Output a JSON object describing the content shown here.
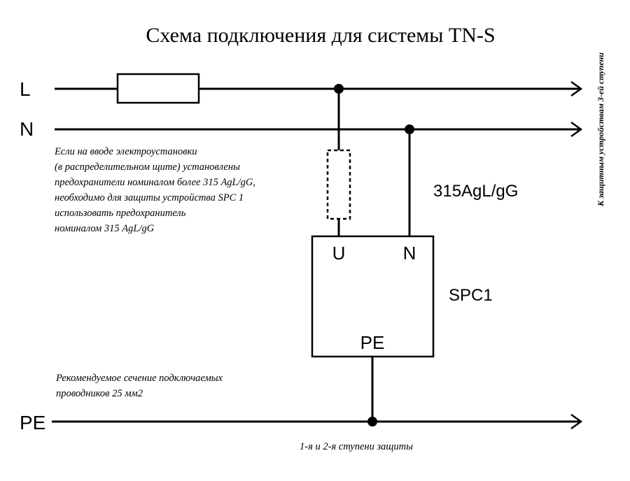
{
  "title": "Схема подключения для системы TN-S",
  "lines": {
    "l": "L",
    "n": "N",
    "pe": "PE"
  },
  "device": {
    "name": "SPC1",
    "terminal_u": "U",
    "terminal_n": "N",
    "terminal_pe": "PE"
  },
  "fuse_rating": "315AgL/gG",
  "note_fuse": [
    "Если на вводе электроустановки",
    "(в распределительном щите) установлены",
    "предохранители номиналом более 315 AgL/gG,",
    "необходимо для защиты устройства SPC 1",
    "использовать предохранитель",
    "номиналом 315 AgL/gG"
  ],
  "note_section": [
    "Рекомендуемое сечение подключаемых",
    "проводников 25 мм2"
  ],
  "caption_stages": "1-я и 2-я  ступени защиты",
  "side_caption": "К защитным устройствам 3-ей ступени"
}
